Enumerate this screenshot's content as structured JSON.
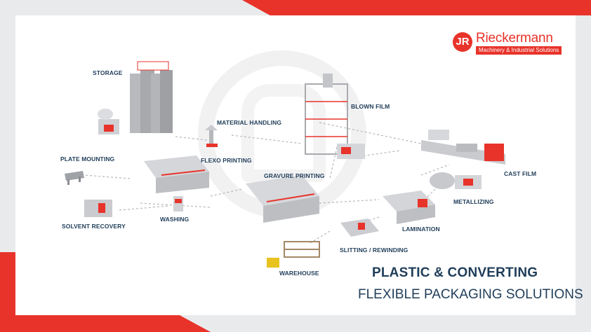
{
  "brand": {
    "initials": "JR",
    "name": "Rieckermann",
    "tagline": "Machinery & Industrial Solutions",
    "color": "#e8332a"
  },
  "stations": {
    "storage": "STORAGE",
    "material_handling": "MATERIAL HANDLING",
    "blown_film": "BLOWN FILM",
    "plate_mounting": "PLATE MOUNTING",
    "flexo_printing": "FLEXO PRINTING",
    "gravure_printing": "GRAVURE PRINTING",
    "cast_film": "CAST FILM",
    "metallizing": "METALLIZING",
    "solvent_recovery": "SOLVENT RECOVERY",
    "washing": "WASHING",
    "lamination": "LAMINATION",
    "slitting_rewinding": "SLITTING / REWINDING",
    "warehouse": "WAREHOUSE"
  },
  "headline": {
    "line1": "PLASTIC & CONVERTING",
    "line2": "FLEXIBLE PACKAGING SOLUTIONS"
  },
  "colors": {
    "accent": "#e8332a",
    "text": "#1f3d59",
    "machine": "#c9cbcf"
  }
}
